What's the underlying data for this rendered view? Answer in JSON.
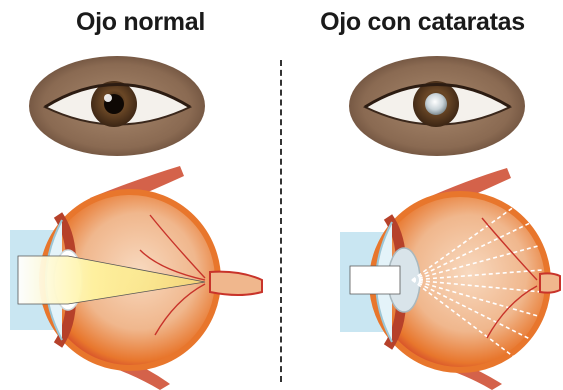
{
  "panels": [
    {
      "title": "Ojo normal",
      "state": "normal",
      "icons": [
        "eye-front-view",
        "eye-cross-section"
      ]
    },
    {
      "title": "Ojo con cataratas",
      "state": "cataract",
      "icons": [
        "eye-front-view",
        "eye-cross-section"
      ]
    }
  ],
  "colors": {
    "skin": "#8a6a52",
    "skin_dark": "#5f4433",
    "iris": "#5a3c22",
    "sclera": "#f4f1ec",
    "eyeball_outer": "#e8762c",
    "choroid": "#c8332a",
    "retina": "#f2c8a8",
    "light_beam": "#f7e46b",
    "muscle": "#d4624a",
    "water": "#c9e6f2",
    "cloudy_lens": "#d9e4ea"
  }
}
